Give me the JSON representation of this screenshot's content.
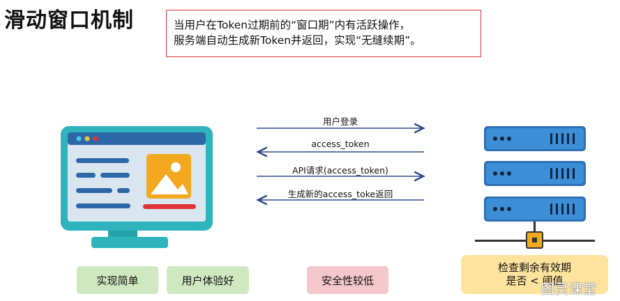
{
  "title": "滑动窗口机制",
  "note": {
    "line1": "当用户在Token过期前的“窗口期”内有活跃操作，",
    "line2": "服务端自动生成新Token并返回，实现“无缝续期”。"
  },
  "arrows": [
    {
      "label": "用户登录",
      "direction": "to-server"
    },
    {
      "label": "access_token",
      "direction": "to-client"
    },
    {
      "label": "API请求(access_token)",
      "direction": "to-server"
    },
    {
      "label": "生成新的access_toke返回",
      "direction": "to-client"
    }
  ],
  "tags": {
    "pro1": "实现简单",
    "pro2": "用户体验好",
    "con1": "安全性较低",
    "server_line1": "检查剩余有效期",
    "server_line2": "是否 < 阈值"
  },
  "watermark": "图灵课堂",
  "colors": {
    "arrow": "#2e4a8c",
    "monitor": "#2fb4bd",
    "screen": "#d9e5ef",
    "bars": "#2e67a8",
    "image_tile": "#f2a91f",
    "red_bar": "#e0343a",
    "server": "#2f6fb3",
    "server_connector": "#f2a91f",
    "note_border": "#d9343a"
  }
}
